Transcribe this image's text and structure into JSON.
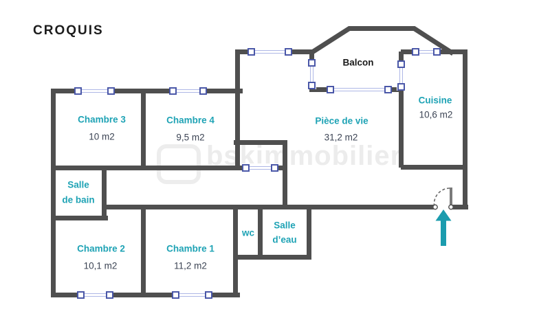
{
  "title": "CROQUIS",
  "watermark": {
    "text": "bskimmobilier"
  },
  "colors": {
    "wall": "#4f4f4f",
    "room_name_accent": "#1fa3b5",
    "area_text": "#3c4454",
    "window_frame": "#4a57a8",
    "window_line": "#aeb7e6",
    "entrance_arrow": "#1b9cae",
    "balcony_text": "#1a1a1a"
  },
  "rooms": {
    "chambre3": {
      "name": "Chambre 3",
      "area": "10 m2"
    },
    "chambre4": {
      "name": "Chambre 4",
      "area": "9,5 m2"
    },
    "piece_de_vie": {
      "name": "Pièce de vie",
      "area": "31,2 m2"
    },
    "cuisine": {
      "name": "Cuisine",
      "area": "10,6 m2"
    },
    "balcon": {
      "name": "Balcon"
    },
    "salle_de_bain": {
      "name_line1": "Salle",
      "name_line2": "de bain"
    },
    "chambre2": {
      "name": "Chambre 2",
      "area": "10,1 m2"
    },
    "chambre1": {
      "name": "Chambre 1",
      "area": "11,2 m2"
    },
    "wc": {
      "name": "wc"
    },
    "salle_deau": {
      "name_line1": "Salle",
      "name_line2": "d’eau"
    }
  },
  "entrance": {
    "symbol": "up-arrow"
  }
}
